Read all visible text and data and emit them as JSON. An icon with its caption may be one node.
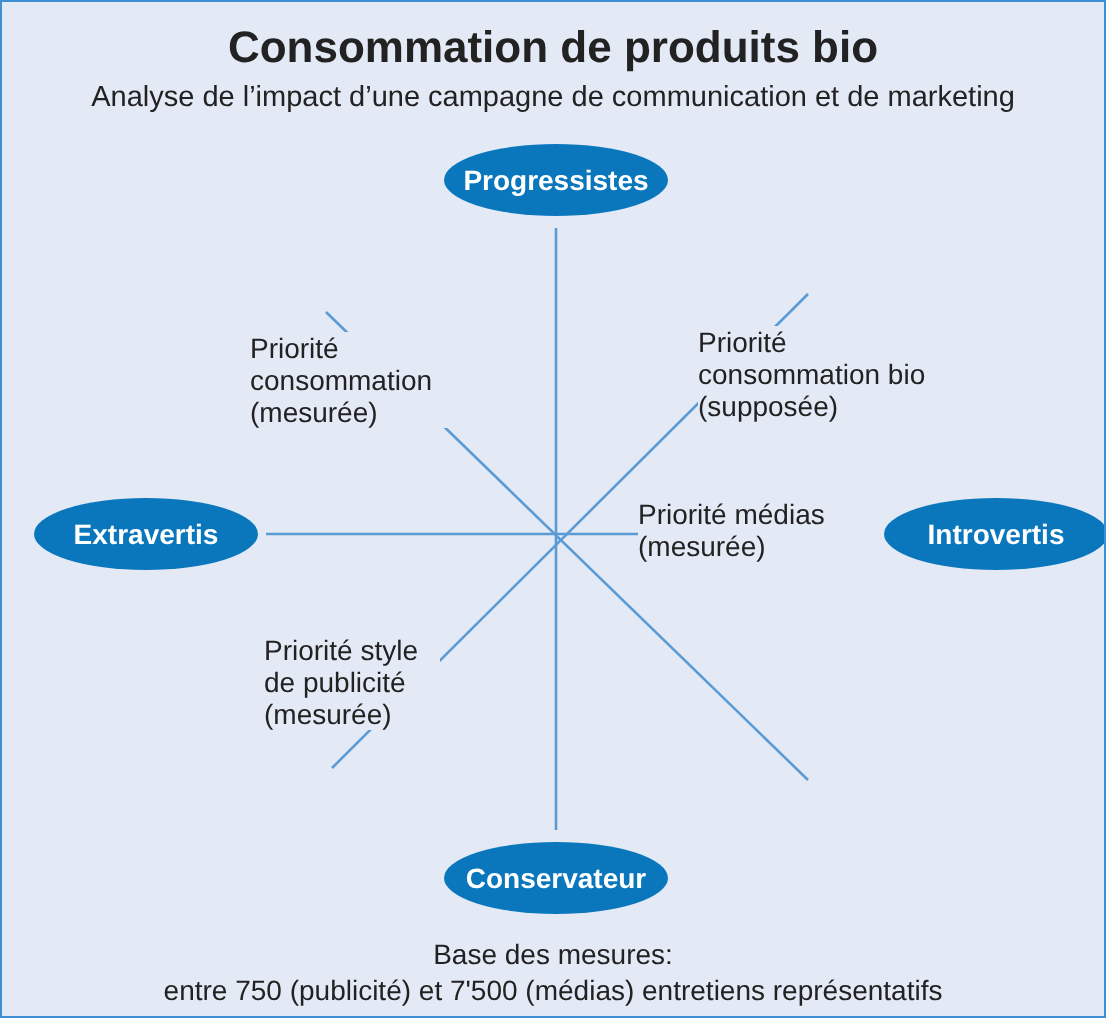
{
  "diagram": {
    "title": "Consommation de produits bio",
    "caption": "Analyse de l’impact d’une campagne de communication et de marketing",
    "nodes": [
      {
        "text": [
          "Progressistes"
        ]
      },
      {
        "text": [
          "Extravertis"
        ]
      },
      {
        "text": [
          "Introvertis"
        ]
      },
      {
        "text": [
          "Conservateur"
        ]
      }
    ],
    "edges": [
      {
        "from": 0,
        "to": 3,
        "arrow": "none"
      },
      {
        "from": 1,
        "to": 2,
        "arrow": "none"
      }
    ],
    "labels": [
      "Priorité consommation (mesurée)",
      "Priorité consommation bio (supposée)",
      "Priorité médias (mesurée)",
      "Priorité style de publicité (mesurée)",
      "Base des mesures:",
      "entre 750 (publicité) et 7'500 (médias) entretiens représentatifs"
    ]
  }
}
